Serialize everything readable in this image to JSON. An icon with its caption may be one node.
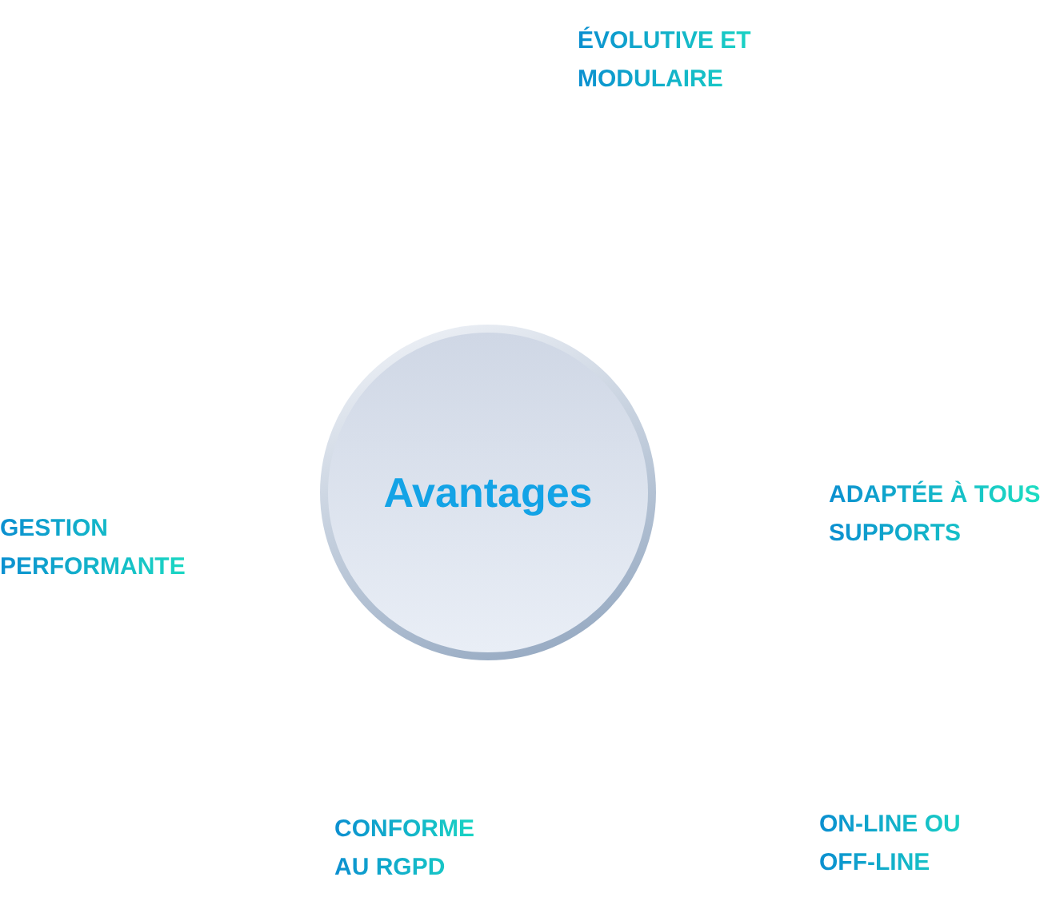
{
  "diagram": {
    "nodes": [
      {
        "text": [
          "Avantages"
        ]
      }
    ],
    "labels": [
      "ÉVOLUTIVE ET MODULAIRE",
      "ADAPTÉE À TOUS SUPPORTS",
      "GESTION PERFORMANTE",
      "CONFORME AU RGPD",
      "ON-LINE OU OFF-LINE"
    ]
  }
}
